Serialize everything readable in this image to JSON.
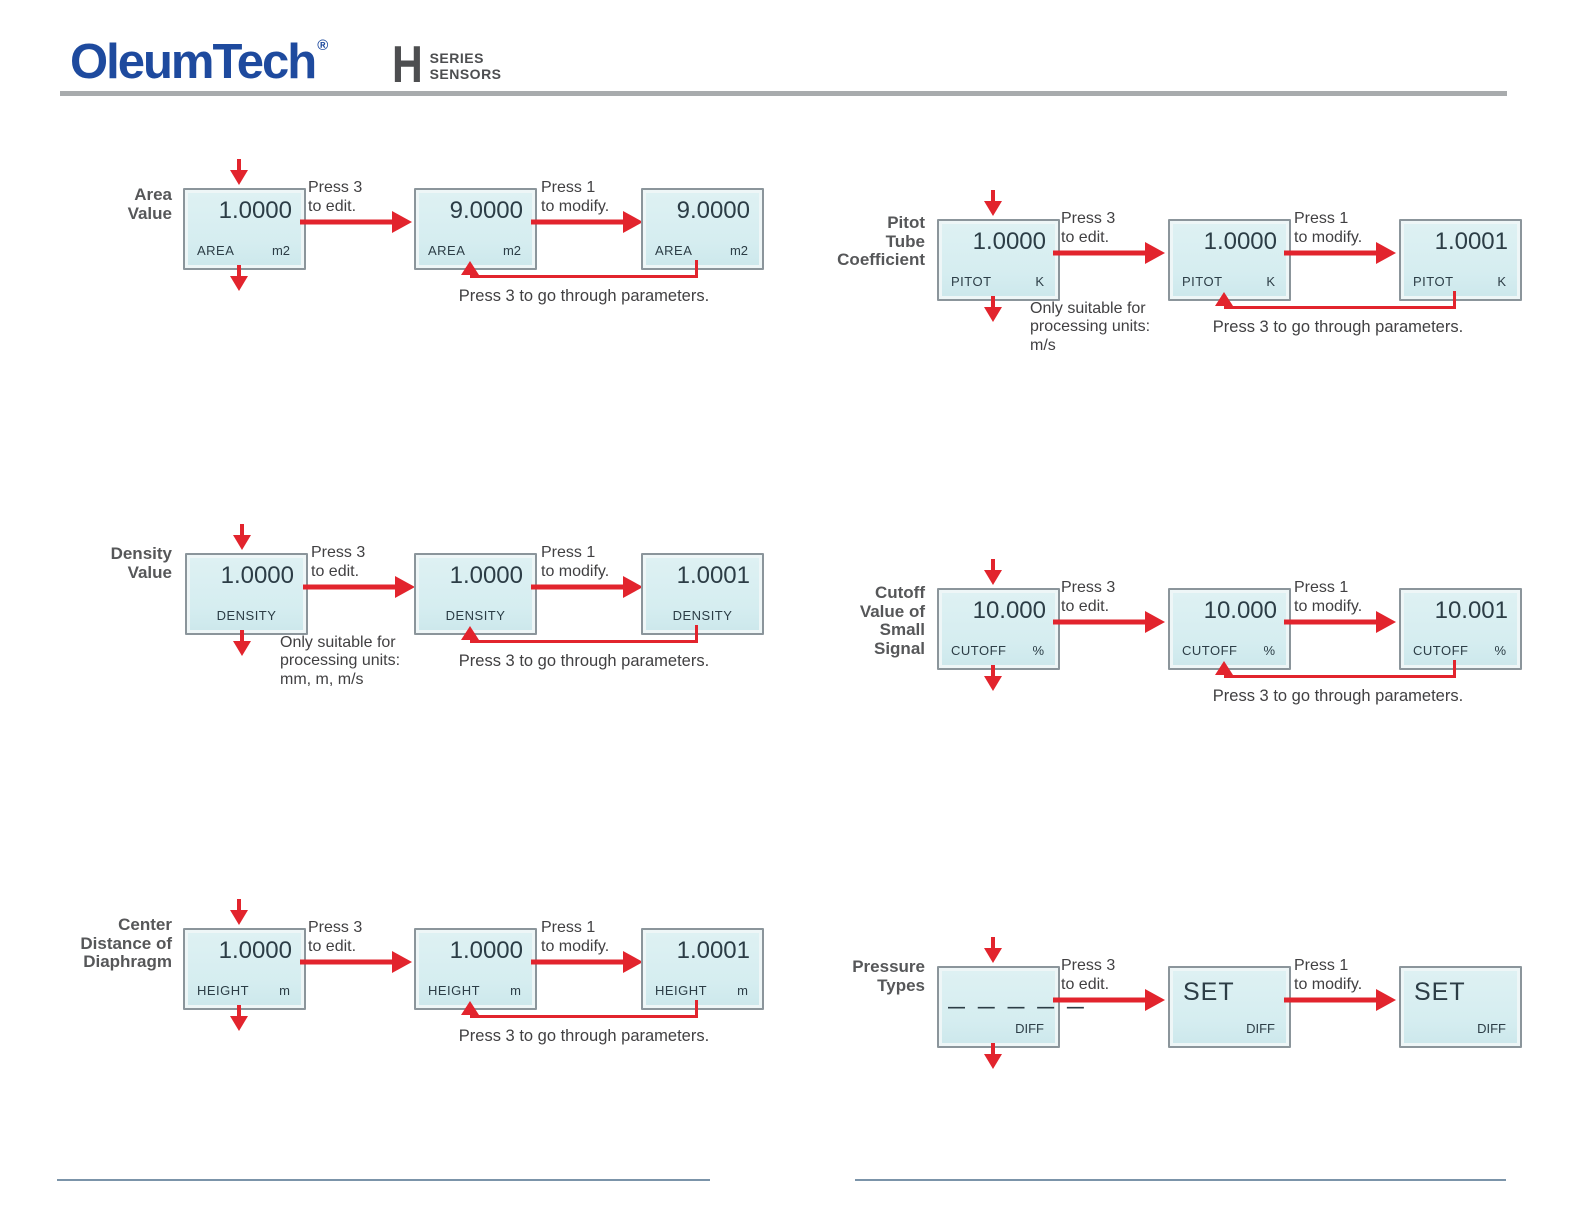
{
  "header": {
    "logo": "OleumTech",
    "logo_reg": "®",
    "series_letter": "H",
    "series_word1": "SERIES",
    "series_word2": "SENSORS"
  },
  "common": {
    "press3_edit": "Press 3\nto edit.",
    "press1_modify": "Press 1\nto modify.",
    "press3_params": "Press 3 to go through parameters."
  },
  "diagrams": [
    {
      "label": "Area\nValue",
      "displays": [
        {
          "value": "1.0000",
          "name": "AREA",
          "unit": "m2"
        },
        {
          "value": "9.0000",
          "name": "AREA",
          "unit": "m2"
        },
        {
          "value": "9.0000",
          "name": "AREA",
          "unit": "m2"
        }
      ]
    },
    {
      "label": "Pitot\nTube\nCoefficient",
      "note": "Only suitable for\nprocessing units:\nm/s",
      "displays": [
        {
          "value": "1.0000",
          "name": "PITOT",
          "unit": "K"
        },
        {
          "value": "1.0000",
          "name": "PITOT",
          "unit": "K"
        },
        {
          "value": "1.0001",
          "name": "PITOT",
          "unit": "K"
        }
      ]
    },
    {
      "label": "Density\nValue",
      "note": "Only suitable for\nprocessing units:\nmm, m, m/s",
      "displays": [
        {
          "value": "1.0000",
          "name": "DENSITY",
          "unit": ""
        },
        {
          "value": "1.0000",
          "name": "DENSITY",
          "unit": ""
        },
        {
          "value": "1.0001",
          "name": "DENSITY",
          "unit": ""
        }
      ]
    },
    {
      "label": "Cutoff\nValue of\nSmall\nSignal",
      "displays": [
        {
          "value": "10.000",
          "name": "CUTOFF",
          "unit": "%"
        },
        {
          "value": "10.000",
          "name": "CUTOFF",
          "unit": "%"
        },
        {
          "value": "10.001",
          "name": "CUTOFF",
          "unit": "%"
        }
      ]
    },
    {
      "label": "Center\nDistance of\nDiaphragm",
      "displays": [
        {
          "value": "1.0000",
          "name": "HEIGHT",
          "unit": "m"
        },
        {
          "value": "1.0000",
          "name": "HEIGHT",
          "unit": "m"
        },
        {
          "value": "1.0001",
          "name": "HEIGHT",
          "unit": "m"
        }
      ]
    },
    {
      "label": "Pressure\nTypes",
      "displays": [
        {
          "value": "— — — — —",
          "name": "",
          "unit": "DIFF"
        },
        {
          "value": "SET",
          "name": "",
          "unit": "DIFF"
        },
        {
          "value": "SET",
          "name": "",
          "unit": "DIFF"
        }
      ]
    }
  ],
  "colors": {
    "accent_red": "#e2242d",
    "screen_teal": "#d5edf0",
    "logo_blue": "#1e4a9e",
    "rule_gray": "#a8abad",
    "footer_line": "#7b94a9"
  }
}
